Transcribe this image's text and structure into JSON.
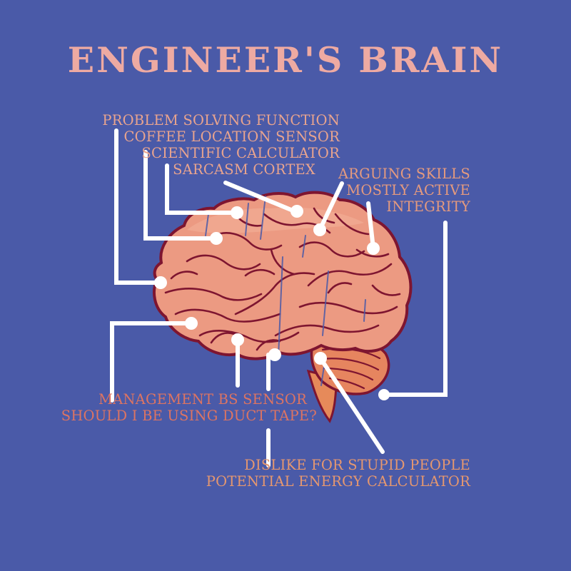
{
  "poster": {
    "title": "ENGINEER'S BRAIN",
    "colors": {
      "background": "#4a5aa8",
      "title": "#eeaaa2",
      "label_top": "#e9a48e",
      "label_bottom_left": "#dd7462",
      "label_bottom_right": "#e5976f",
      "connector": "#ffffff",
      "brain_fill": "#ec9a82",
      "brain_fill_light": "#f1aa92",
      "brain_outline": "#7e1530",
      "cerebellum_fill": "#e6855f",
      "brainstem_fill": "#e68a5a"
    }
  },
  "labels": {
    "top_left": [
      "PROBLEM SOLVING FUNCTION",
      "COFFEE LOCATION SENSOR",
      "SCIENTIFIC CALCULATOR",
      "SARCASM CORTEX"
    ],
    "top_right": [
      "ARGUING SKILLS",
      "MOSTLY ACTIVE",
      "INTEGRITY"
    ],
    "bottom_left": [
      "MANAGEMENT BS SENSOR",
      "SHOULD I BE USING DUCT TAPE?"
    ],
    "bottom_right": [
      "DISLIKE FOR STUPID PEOPLE",
      "POTENTIAL ENERGY CALCULATOR"
    ]
  }
}
